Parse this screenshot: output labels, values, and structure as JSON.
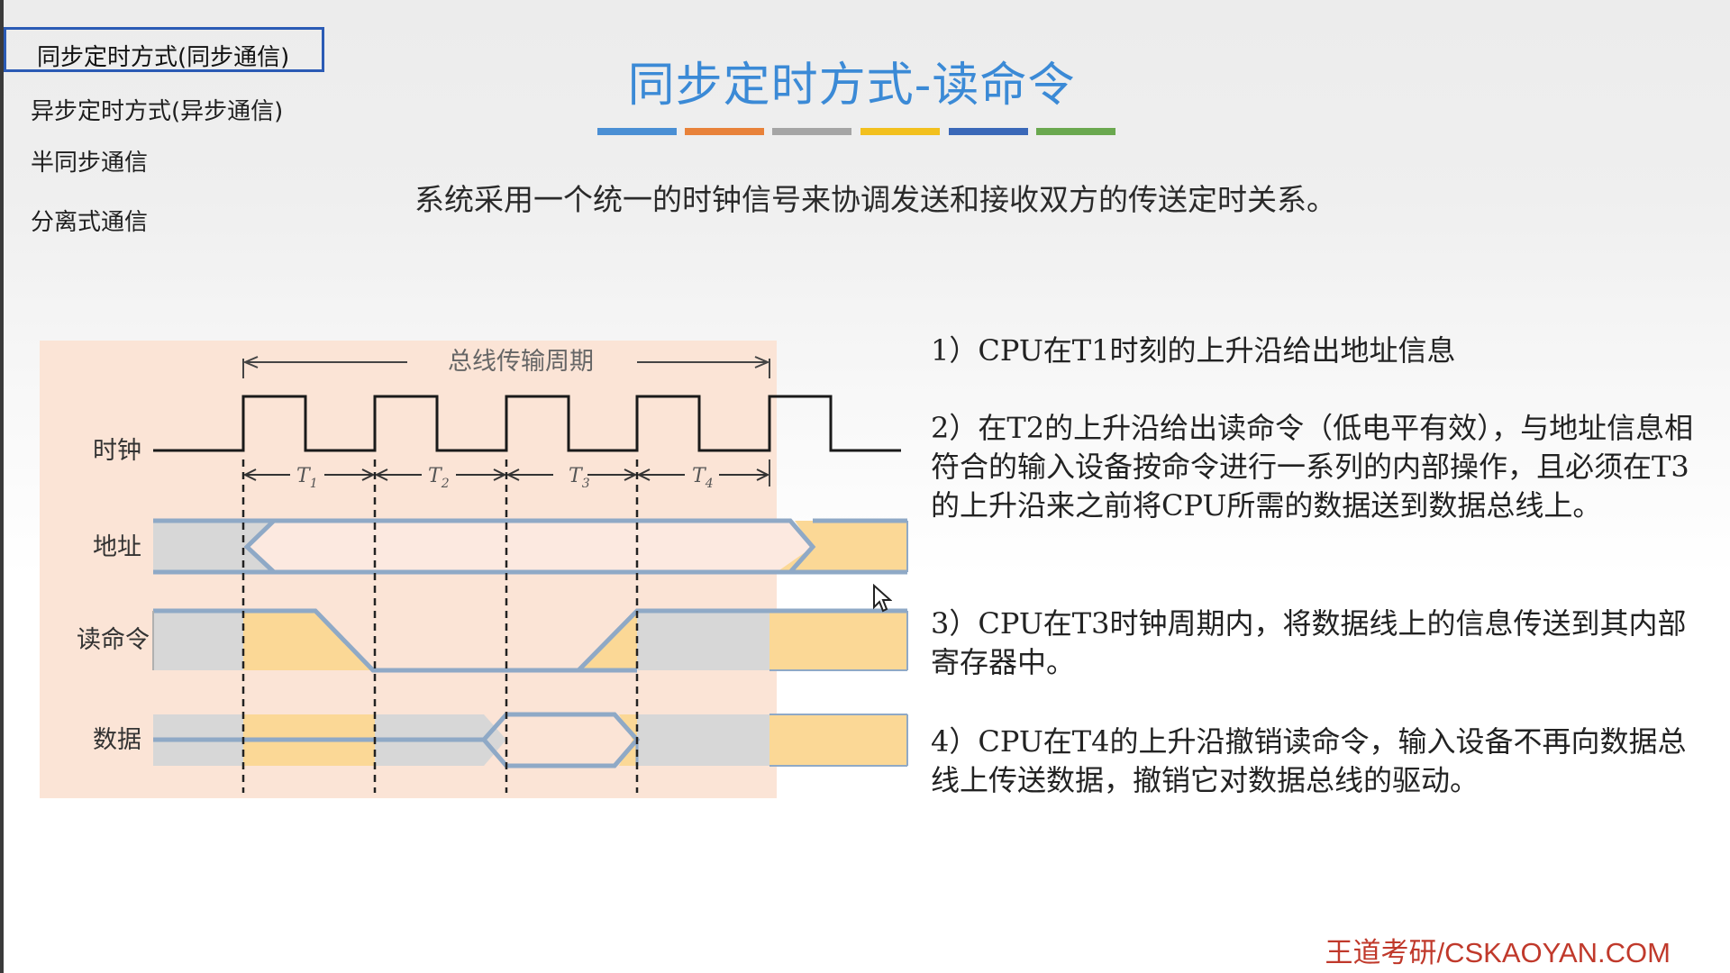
{
  "nav": {
    "items": [
      {
        "label": "同步定时方式(同步通信)",
        "active": true
      },
      {
        "label": "异步定时方式(异步通信)",
        "active": false
      },
      {
        "label": "半同步通信",
        "active": false
      },
      {
        "label": "分离式通信",
        "active": false
      }
    ]
  },
  "slide": {
    "title": "同步定时方式-读命令",
    "subtitle": "系统采用一个统一的时钟信号来协调发送和接收双方的传送定时关系。",
    "title_color": "#3b8ad6",
    "accent_bars": [
      "#4a8fd4",
      "#e8823a",
      "#a5a5a5",
      "#f2c01e",
      "#3a68b8",
      "#6aa84f"
    ]
  },
  "diagram": {
    "period_label": "总线传输周期",
    "signals": [
      "时钟",
      "地址",
      "读命令",
      "数据"
    ],
    "cycles": [
      "T",
      "T",
      "T",
      "T"
    ],
    "cycle_subscripts": [
      "1",
      "2",
      "3",
      "4"
    ],
    "colors": {
      "highlight_bg": "#fbe4d6",
      "valid_fill": "#fbd896",
      "idle_fill": "#d7d7d7",
      "bus_stroke": "#8fa9c6",
      "clock_stroke": "#1a1a1a"
    }
  },
  "points": [
    "1）CPU在T1时刻的上升沿给出地址信息",
    "2）在T2的上升沿给出读命令（低电平有效），与地址信息相符合的输入设备按命令进行一系列的内部操作，且必须在T3的上升沿来之前将CPU所需的数据送到数据总线上。",
    "3）CPU在T3时钟周期内，将数据线上的信息传送到其内部寄存器中。",
    "4）CPU在T4的上升沿撤销读命令，输入设备不再向数据总线上传送数据，撤销它对数据总线的驱动。"
  ],
  "brand": "王道考研/CSKAOYAN.COM",
  "cursor_icon": "mouse-pointer-icon"
}
